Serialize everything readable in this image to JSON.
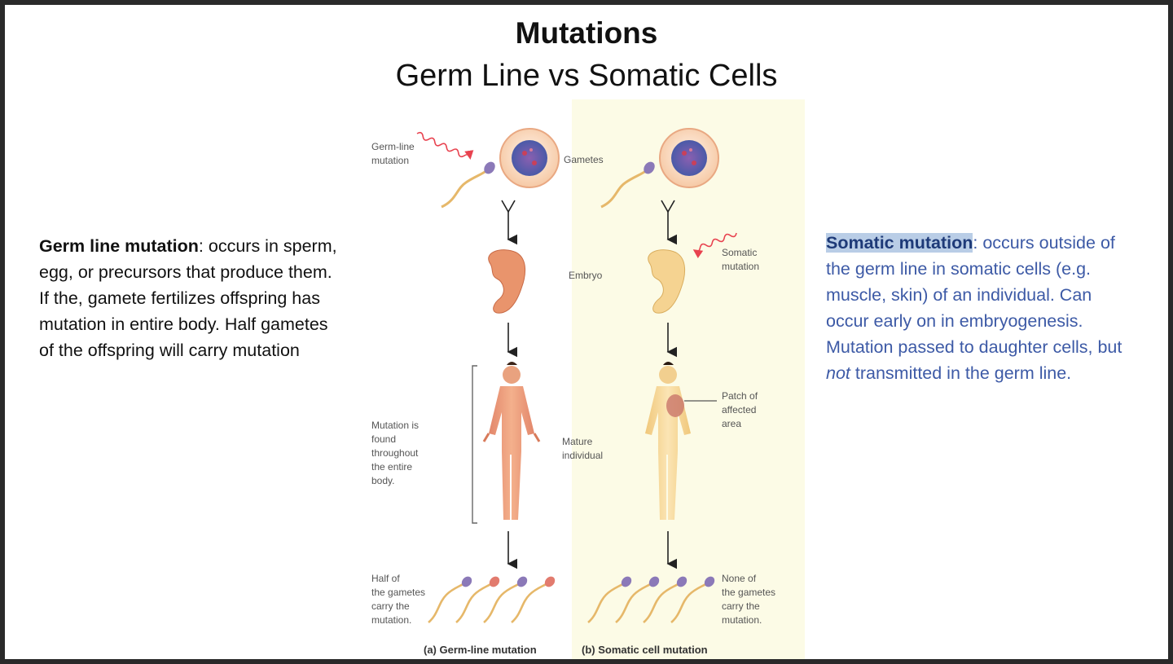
{
  "title": "Mutations",
  "subtitle": "Germ Line vs Somatic Cells",
  "left": {
    "term": "Germ line mutation",
    "definition": ": occurs in sperm, egg, or precursors that produce them. If the, gamete fertilizes offspring has mutation in entire body. Half gametes of the offspring will carry mutation"
  },
  "right": {
    "term": "Somatic mutation",
    "def_part1": ": occurs outside of the germ line in somatic cells (e.g. muscle, skin) of an individual. Can occur early on in embryogenesis. Mutation passed to daughter cells, but ",
    "def_italic": "not",
    "def_part2": " transmitted in the germ line."
  },
  "figure": {
    "labels": {
      "germline_mutation": "Germ-line\nmutation",
      "gametes": "Gametes",
      "embryo": "Embryo",
      "somatic_mutation": "Somatic\nmutation",
      "mutation_found": "Mutation is\nfound\nthroughout\nthe entire\nbody.",
      "mature_individual": "Mature\nindividual",
      "patch_affected": "Patch of\naffected\narea",
      "half_gametes": "Half of\nthe gametes\ncarry the\nmutation.",
      "none_gametes": "None of\nthe gametes\ncarry the\nmutation."
    },
    "caption_a": "(a) Germ-line mutation",
    "caption_b": "(b) Somatic cell mutation"
  },
  "colors": {
    "highlight_panel": "#fcfbe6",
    "somatic_text": "#3d5aa6",
    "mutation_arrow": "#e8424f",
    "germline_body": "#efa47f",
    "somatic_body": "#f6d79a"
  }
}
